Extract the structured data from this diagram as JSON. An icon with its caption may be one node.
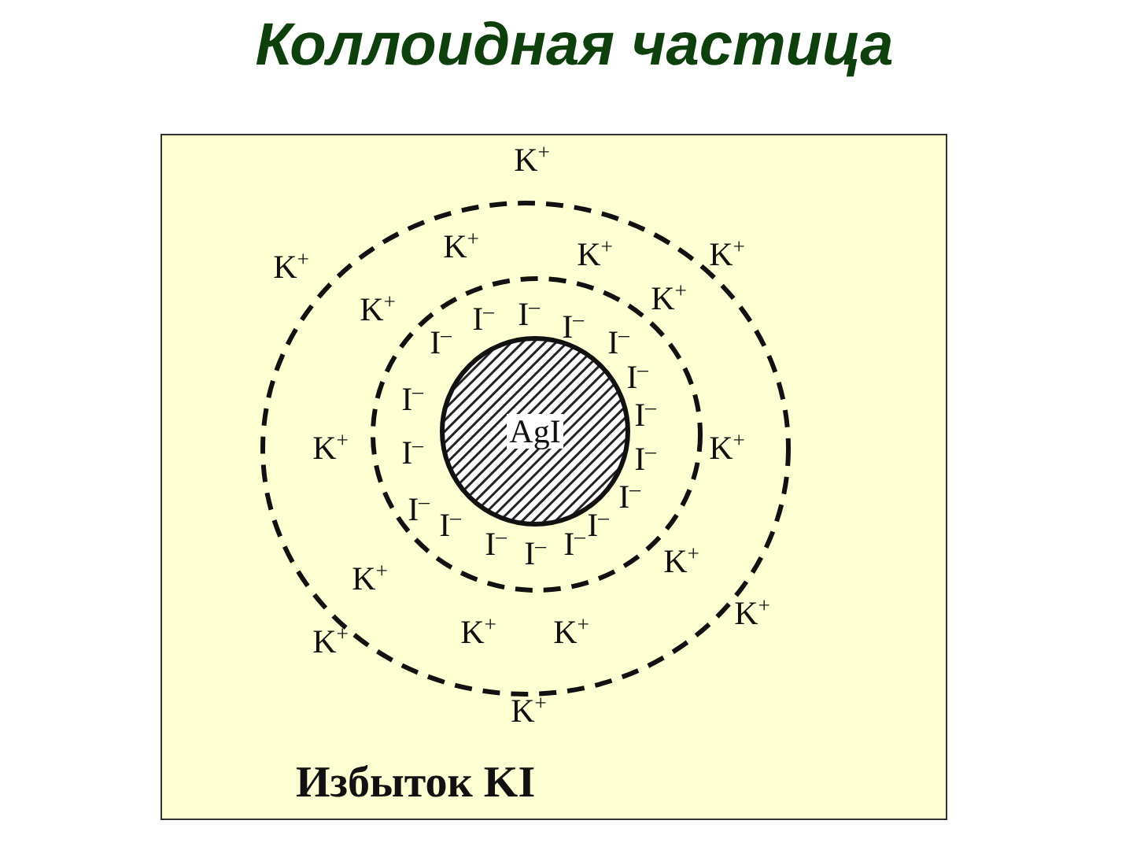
{
  "diagram": {
    "title": "Коллоидная частица",
    "nodes": [
      {
        "text": [
          "AgI"
        ]
      }
    ],
    "labels": [
      "K$^{+}$",
      "K$^{+}$",
      "K$^{+}$",
      "K$^{+}$",
      "K$^{+}$",
      "K$^{+}$",
      "K$^{+}$",
      "I$^{–}$",
      "I$^{–}$",
      "I$^{–}$",
      "I$^{–}$",
      "I$^{–}$",
      "I$^{–}$",
      "I$^{–}$",
      "I$^{–}$",
      "K$^{+}$",
      "I$^{–}$",
      "I$^{–}$",
      "K$^{+}$",
      "I$^{–}$",
      "I$^{–}$",
      "I$^{–}$",
      "I$^{–}$",
      "I$^{–}$",
      "I$^{–}$",
      "I$^{–}$",
      "K$^{+}$",
      "K$^{+}$",
      "K$^{+}$",
      "K$^{+}$",
      "K$^{+}$",
      "K$^{+}$",
      "K$^{+}$",
      "Избыток KI"
    ]
  }
}
